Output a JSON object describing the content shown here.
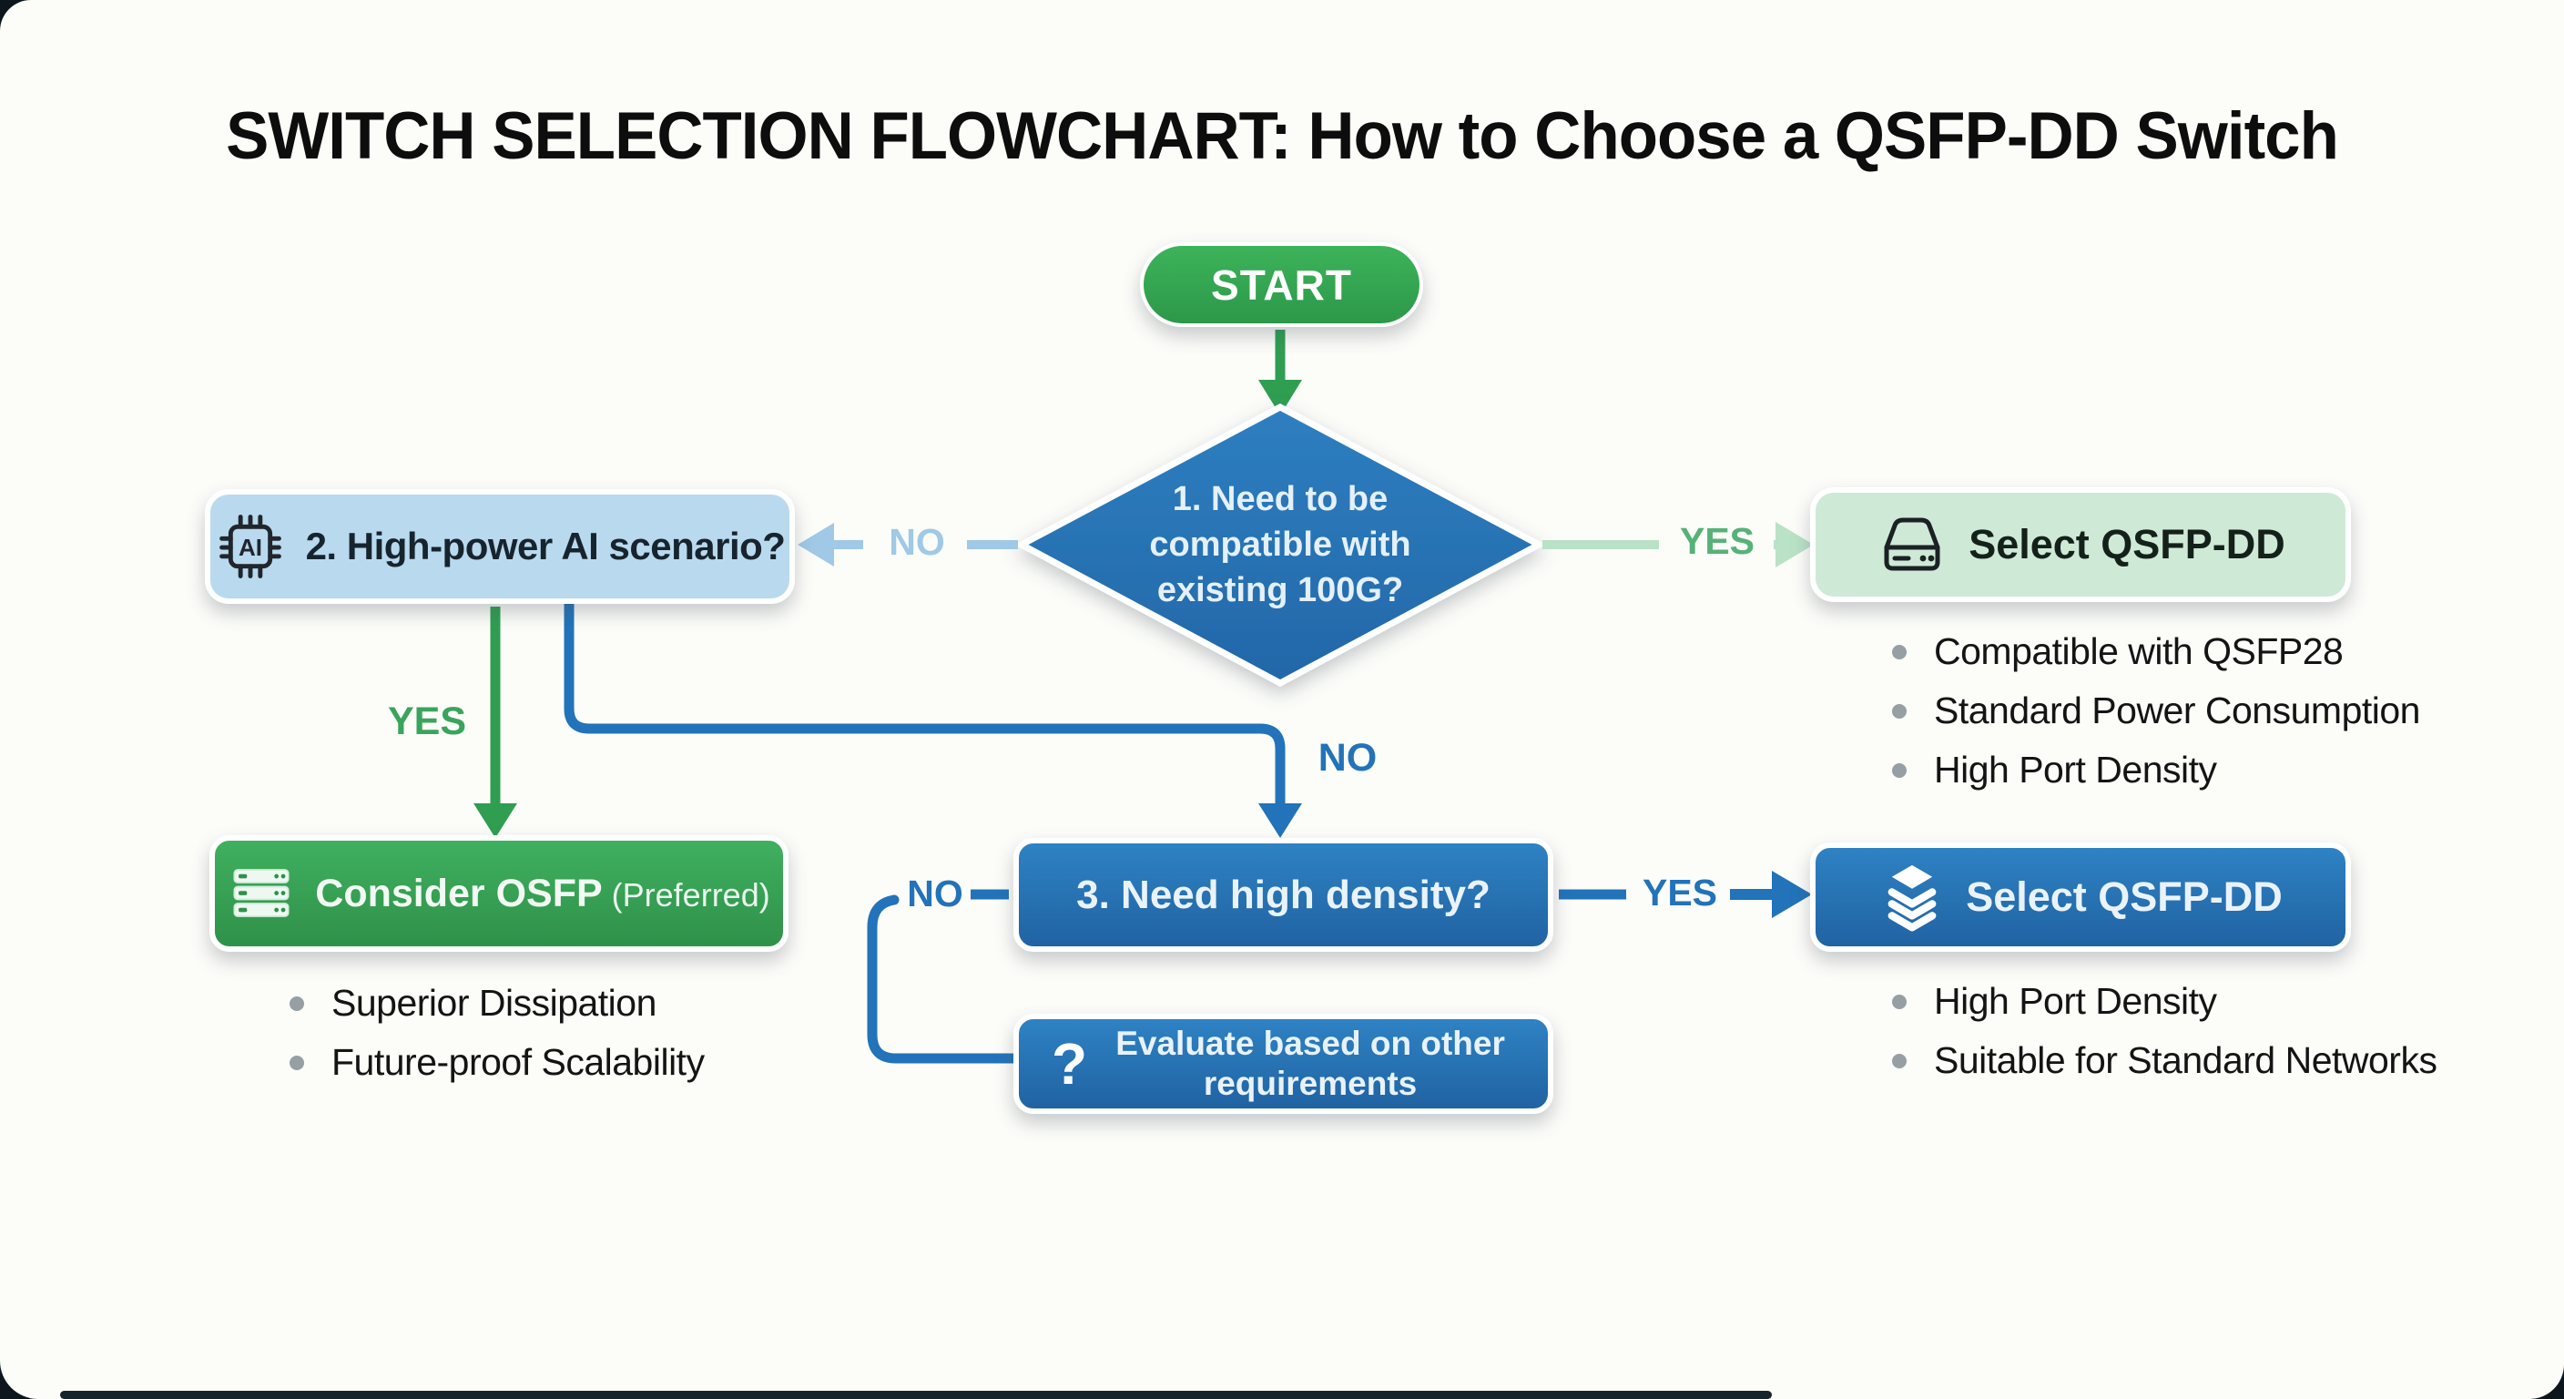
{
  "title": "SWITCH SELECTION FLOWCHART: How to Choose a QSFP-DD Switch",
  "nodes": {
    "start": {
      "label": "START",
      "color": "#34a551"
    },
    "q1": {
      "label": "1. Need to be compatible with existing 100G?",
      "color": "#2a74b6",
      "shape": "diamond"
    },
    "q2": {
      "label": "2. High-power AI scenario?",
      "icon": "ai-chip-icon",
      "color": "#b9d9ee"
    },
    "select_top": {
      "label": "Select QSFP-DD",
      "icon": "drive-icon",
      "color": "#cfe9d7",
      "bullets": [
        "Compatible with QSFP28",
        "Standard Power Consumption",
        "High Port Density"
      ]
    },
    "osfp": {
      "label": "Consider OSFP",
      "suffix": "(Preferred)",
      "icon": "server-stack-icon",
      "color": "#36a156",
      "bullets": [
        "Superior Dissipation",
        "Future-proof Scalability"
      ]
    },
    "q3": {
      "label": "3. Need high density?",
      "color": "#2678bb"
    },
    "evaluate": {
      "label": "Evaluate based on other requirements",
      "icon": "question-mark-icon",
      "icon_glyph": "?",
      "color": "#2678bb"
    },
    "select_bottom": {
      "label": "Select QSFP-DD",
      "icon": "layers-icon",
      "color": "#2678bb",
      "bullets": [
        "High Port Density",
        "Suitable for Standard Networks"
      ]
    }
  },
  "edges": {
    "q1_no": "NO",
    "q1_yes": "YES",
    "q2_yes": "YES",
    "q2_no": "NO",
    "q3_no": "NO",
    "q3_yes": "YES"
  },
  "colors": {
    "green_strong": "#2f9e51",
    "green_label": "#3aa45c",
    "green_light_arrow": "#b9e2c6",
    "green_yes_label": "#56b277",
    "blue_line": "#2273b9",
    "blue_light_arrow": "#9fc9e6",
    "diamond_fill": "#2a74b6",
    "panel_bg": "#fcfcf9",
    "frame_bg": "#0c161c"
  }
}
